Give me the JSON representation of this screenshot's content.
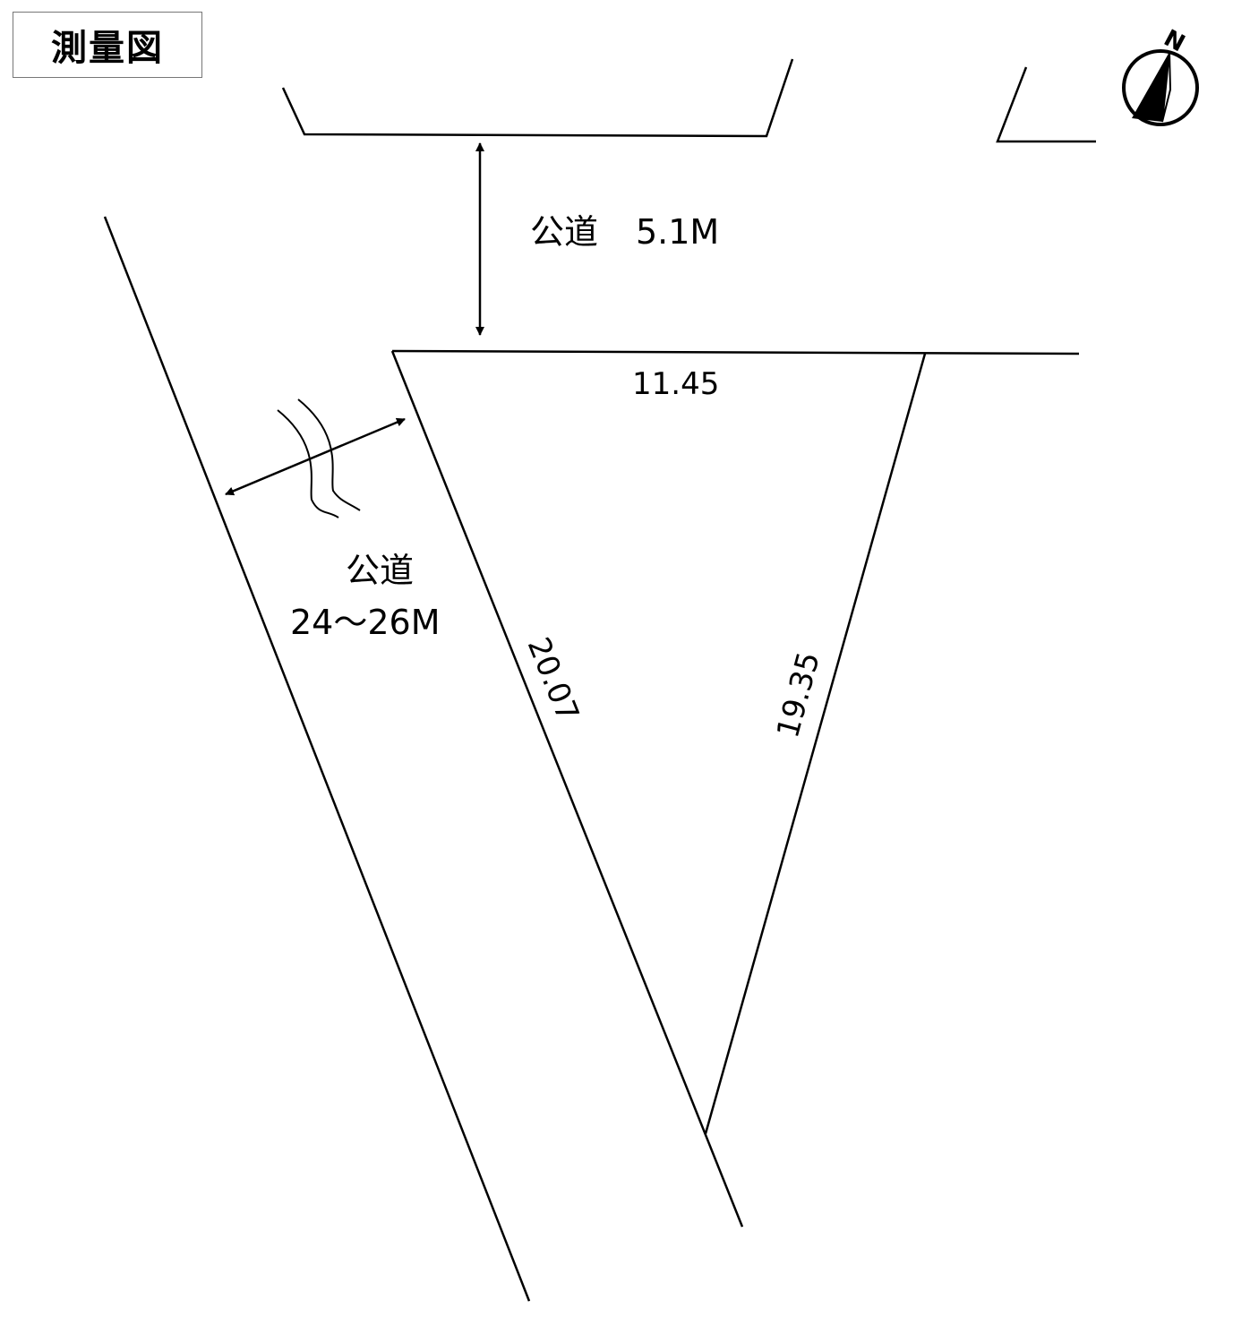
{
  "title": "測量図",
  "compass": {
    "label": "N",
    "icon": "north-arrow-icon"
  },
  "north_road": {
    "label": "公道",
    "width": "5.1M"
  },
  "west_road": {
    "label": "公道",
    "width": "24～26M"
  },
  "lot_dimensions": {
    "top": "11.45",
    "left": "20.07",
    "right": "19.35"
  },
  "colors": {
    "line": "#000000",
    "background": "#ffffff",
    "title_border": "#777777"
  }
}
